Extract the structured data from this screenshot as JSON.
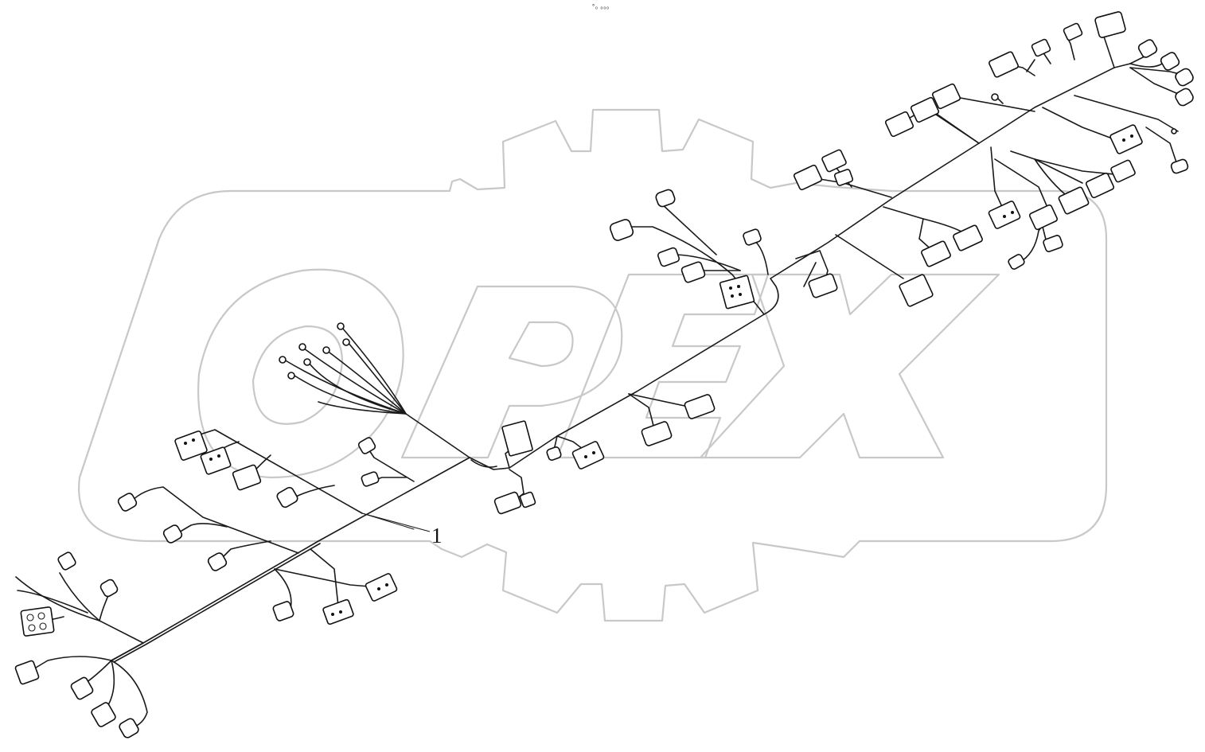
{
  "caption": "°₀ ₀₀₀",
  "callout": {
    "number": "1"
  },
  "watermark": {
    "text": "OPEX",
    "color": "#c8c8c8"
  },
  "colors": {
    "line": "#1a1a1a",
    "background": "#ffffff"
  },
  "icons": [
    "gear-watermark-icon",
    "wiring-harness-icon",
    "connector-icon",
    "ring-terminal-icon"
  ]
}
